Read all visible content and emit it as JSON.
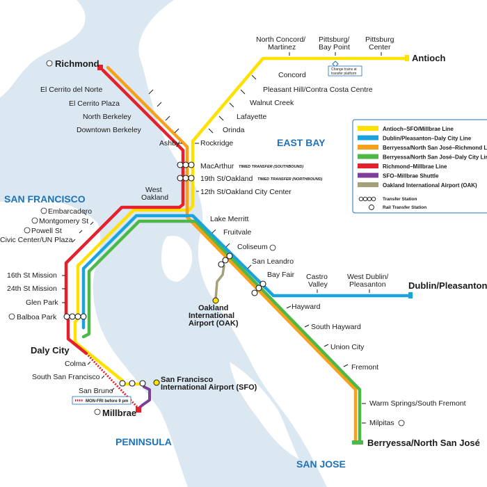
{
  "colors": {
    "water": "#dbe7f1",
    "land": "#ffffff",
    "yellow": "#ffe100",
    "blue": "#1aa3dd",
    "orange": "#f7a11b",
    "green": "#4db848",
    "red": "#e3202b",
    "purple": "#7b3f97",
    "olive": "#a5a07a",
    "region": "#1d72b8"
  },
  "regions": {
    "east_bay": "EAST BAY",
    "san_francisco": "SAN FRANCISCO",
    "peninsula": "PENINSULA",
    "san_jose": "SAN JOSE"
  },
  "terminals": {
    "richmond": "Richmond",
    "antioch": "Antioch",
    "dublin": "Dublin/Pleasanton",
    "berryessa": "Berryessa/North San José",
    "millbrae": "Millbrae",
    "daly_city": "Daly City",
    "oak_airport": [
      "Oakland",
      "International",
      "Airport (OAK)"
    ],
    "sfo": [
      "San Francisco",
      "International Airport (SFO)"
    ]
  },
  "stations": {
    "el_cerrito_norte": "El Cerrito del Norte",
    "el_cerrito_plaza": "El Cerrito Plaza",
    "north_berkeley": "North Berkeley",
    "downtown_berkeley": "Downtown Berkeley",
    "ashby": "Ashby",
    "rockridge": "Rockridge",
    "orinda": "Orinda",
    "lafayette": "Lafayette",
    "walnut_creek": "Walnut Creek",
    "pleasant_hill": "Pleasant Hill/Contra Costa Centre",
    "concord": "Concord",
    "north_concord": [
      "North Concord/",
      "Martinez"
    ],
    "pittsburg_bay_point": [
      "Pittsburg/",
      "Bay Point"
    ],
    "pittsburg_center": [
      "Pittsburg",
      "Center"
    ],
    "transfer_note": [
      "Change trains at",
      "transfer platform"
    ],
    "macarthur": "MacArthur",
    "macarthur_note": "TIMED TRANSFER (SOUTHBOUND)",
    "nineteenth": "19th St/Oakland",
    "nineteenth_note": "TIMED TRANSFER (NORTHBOUND)",
    "twelfth": "12th St/Oakland City Center",
    "west_oakland": [
      "West",
      "Oakland"
    ],
    "lake_merritt": "Lake Merritt",
    "fruitvale": "Fruitvale",
    "coliseum": "Coliseum",
    "san_leandro": "San Leandro",
    "bay_fair": "Bay Fair",
    "castro_valley": [
      "Castro",
      "Valley"
    ],
    "west_dublin": [
      "West Dublin/",
      "Pleasanton"
    ],
    "hayward": "Hayward",
    "south_hayward": "South Hayward",
    "union_city": "Union City",
    "fremont": "Fremont",
    "warm_springs": "Warm Springs/South Fremont",
    "milpitas": "Milpitas",
    "embarcadero": "Embarcadero",
    "montgomery": "Montgomery St",
    "powell": "Powell St",
    "civic_center": "Civic Center/UN Plaza",
    "mission16": "16th St Mission",
    "mission24": "24th St Mission",
    "glen_park": "Glen Park",
    "balboa_park": "Balboa Park",
    "colma": "Colma",
    "south_sf": "South San Francisco",
    "san_bruno": "San Bruno",
    "weekday_note": "MON-FRI before 9 pm"
  },
  "legend": {
    "lines": [
      {
        "label": "Antioch–SFO/Millbrae Line",
        "color": "#ffe100"
      },
      {
        "label": "Dublin/Pleasanton–Daly City Line",
        "color": "#1aa3dd"
      },
      {
        "label": "Berryessa/North San José–Richmond Line",
        "color": "#f7a11b"
      },
      {
        "label": "Berryessa/North San José–Daly City Line",
        "color": "#4db848"
      },
      {
        "label": "Richmond–Millbrae Line",
        "color": "#e3202b"
      },
      {
        "label": "SFO–Millbrae Shuttle",
        "color": "#7b3f97"
      },
      {
        "label": "Oakland International Airport (OAK)",
        "color": "#a5a07a"
      }
    ],
    "transfer_station": "Transfer Station",
    "rail_transfer_station": "Rail Transfer Station"
  }
}
